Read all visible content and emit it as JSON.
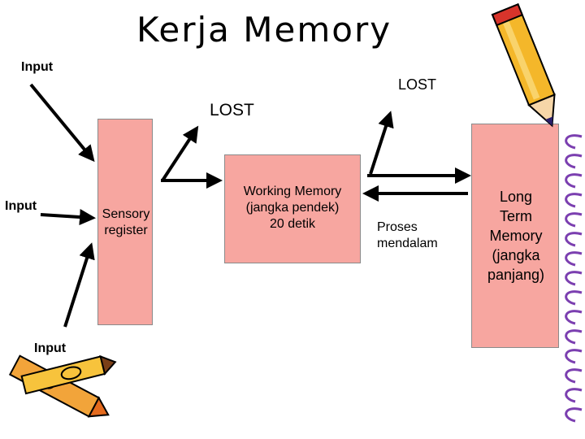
{
  "title": "Kerja Memory",
  "inputs": [
    "Input",
    "Input",
    "Input"
  ],
  "lost_labels": [
    "LOST",
    "LOST"
  ],
  "boxes": {
    "sensory": [
      "Sensory",
      "register"
    ],
    "working": [
      "Working Memory",
      "(jangka pendek)",
      "20 detik"
    ],
    "long_term": [
      "Long",
      "Term",
      "Memory",
      "(jangka",
      "panjang)"
    ]
  },
  "process_label": [
    "Proses",
    "mendalam"
  ],
  "colors": {
    "box_fill": "#f7a6a0",
    "arrow": "#000000"
  },
  "decorations": [
    "pencil-icon",
    "crayon-icon",
    "spiral-binding"
  ]
}
